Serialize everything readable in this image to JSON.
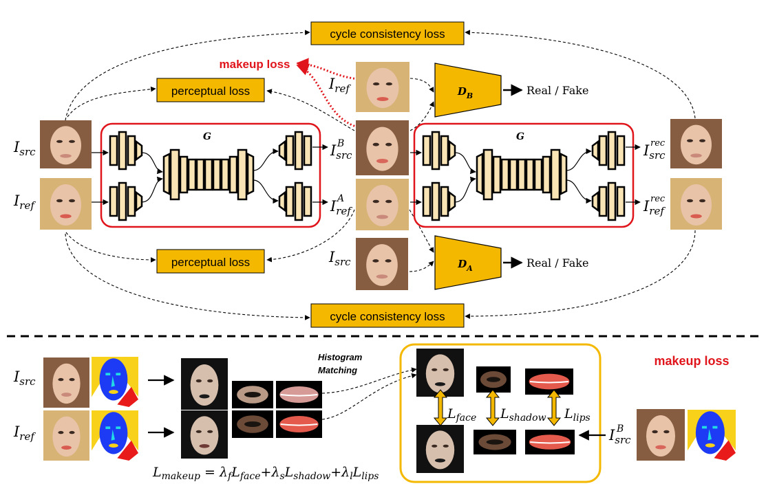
{
  "losses": {
    "cycle_top": "cycle consistency loss",
    "cycle_bottom": "cycle consistency loss",
    "perceptual_top": "perceptual loss",
    "perceptual_bottom": "perceptual loss",
    "makeup_top": "makeup loss",
    "makeup_bottom": "makeup loss"
  },
  "generator": {
    "label": "G"
  },
  "discriminators": {
    "db": {
      "label": "D",
      "sub": "B",
      "output": "Real / Fake"
    },
    "da": {
      "label": "D",
      "sub": "A",
      "output": "Real / Fake"
    }
  },
  "symbols": {
    "I": "I",
    "src": "src",
    "ref": "ref",
    "B": "B",
    "A": "A",
    "rec": "rec"
  },
  "histogram": {
    "line1": "Histogram",
    "line2": "Matching"
  },
  "bottom_losses": {
    "L": "L",
    "face": "face",
    "shadow": "shadow",
    "lips": "lips"
  },
  "equation": {
    "lhs": "L",
    "lhs_sub": "makeup",
    "eq": " = ",
    "lambda": "λ",
    "f": "f",
    "s": "s",
    "l": "l",
    "face": "face",
    "shadow": "shadow",
    "lips": "lips",
    "plus": "+"
  },
  "colors": {
    "loss_box": "#f5b800",
    "generator_outline": "#e0151b",
    "makeup_red": "#e0151b",
    "bracket_gold": "#f5b800",
    "layer_fill": "#f9e4b5",
    "skin": "#e9c3a8",
    "hair_brown": "#7a4b2c",
    "hair_blonde": "#d8b06a",
    "parse_blue": "#1d3bf5",
    "parse_cyan": "#22d9e6",
    "parse_yellow": "#f8d21a",
    "parse_red": "#e81a1a"
  },
  "icons": [
    "face-photo",
    "parsing-map",
    "masked-face",
    "eye-crop",
    "lips-crop",
    "double-arrow"
  ]
}
